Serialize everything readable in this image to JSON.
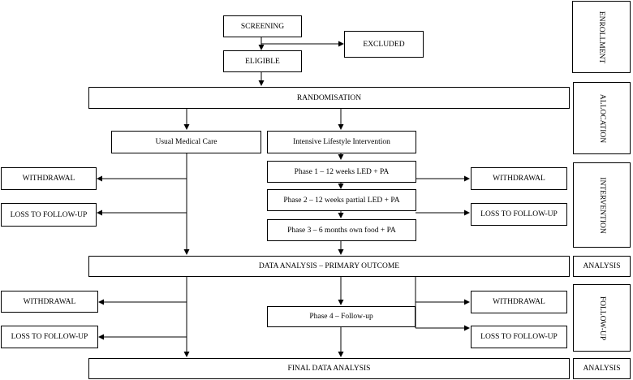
{
  "flow": {
    "screening": "SCREENING",
    "excluded": "EXCLUDED",
    "eligible": "ELIGIBLE",
    "randomisation": "RANDOMISATION",
    "usual_care": "Usual Medical Care",
    "intensive": "Intensive Lifestyle Intervention",
    "phase1": "Phase 1 – 12 weeks LED + PA",
    "phase2": "Phase 2 – 12 weeks partial LED + PA",
    "phase3": "Phase 3 – 6 months own food + PA",
    "primary": "DATA ANALYSIS – PRIMARY OUTCOME",
    "phase4": "Phase 4 – Follow-up",
    "final": "FINAL DATA ANALYSIS",
    "withdrawal": "WITHDRAWAL",
    "loss": "LOSS TO FOLLOW-UP"
  },
  "stages": {
    "enrollment": "ENROLLMENT",
    "allocation": "ALLOCATION",
    "intervention": "INTERVENTION",
    "analysis1": "ANALYSIS",
    "followup": "FOLLOW-UP",
    "analysis2": "ANALYSIS"
  }
}
